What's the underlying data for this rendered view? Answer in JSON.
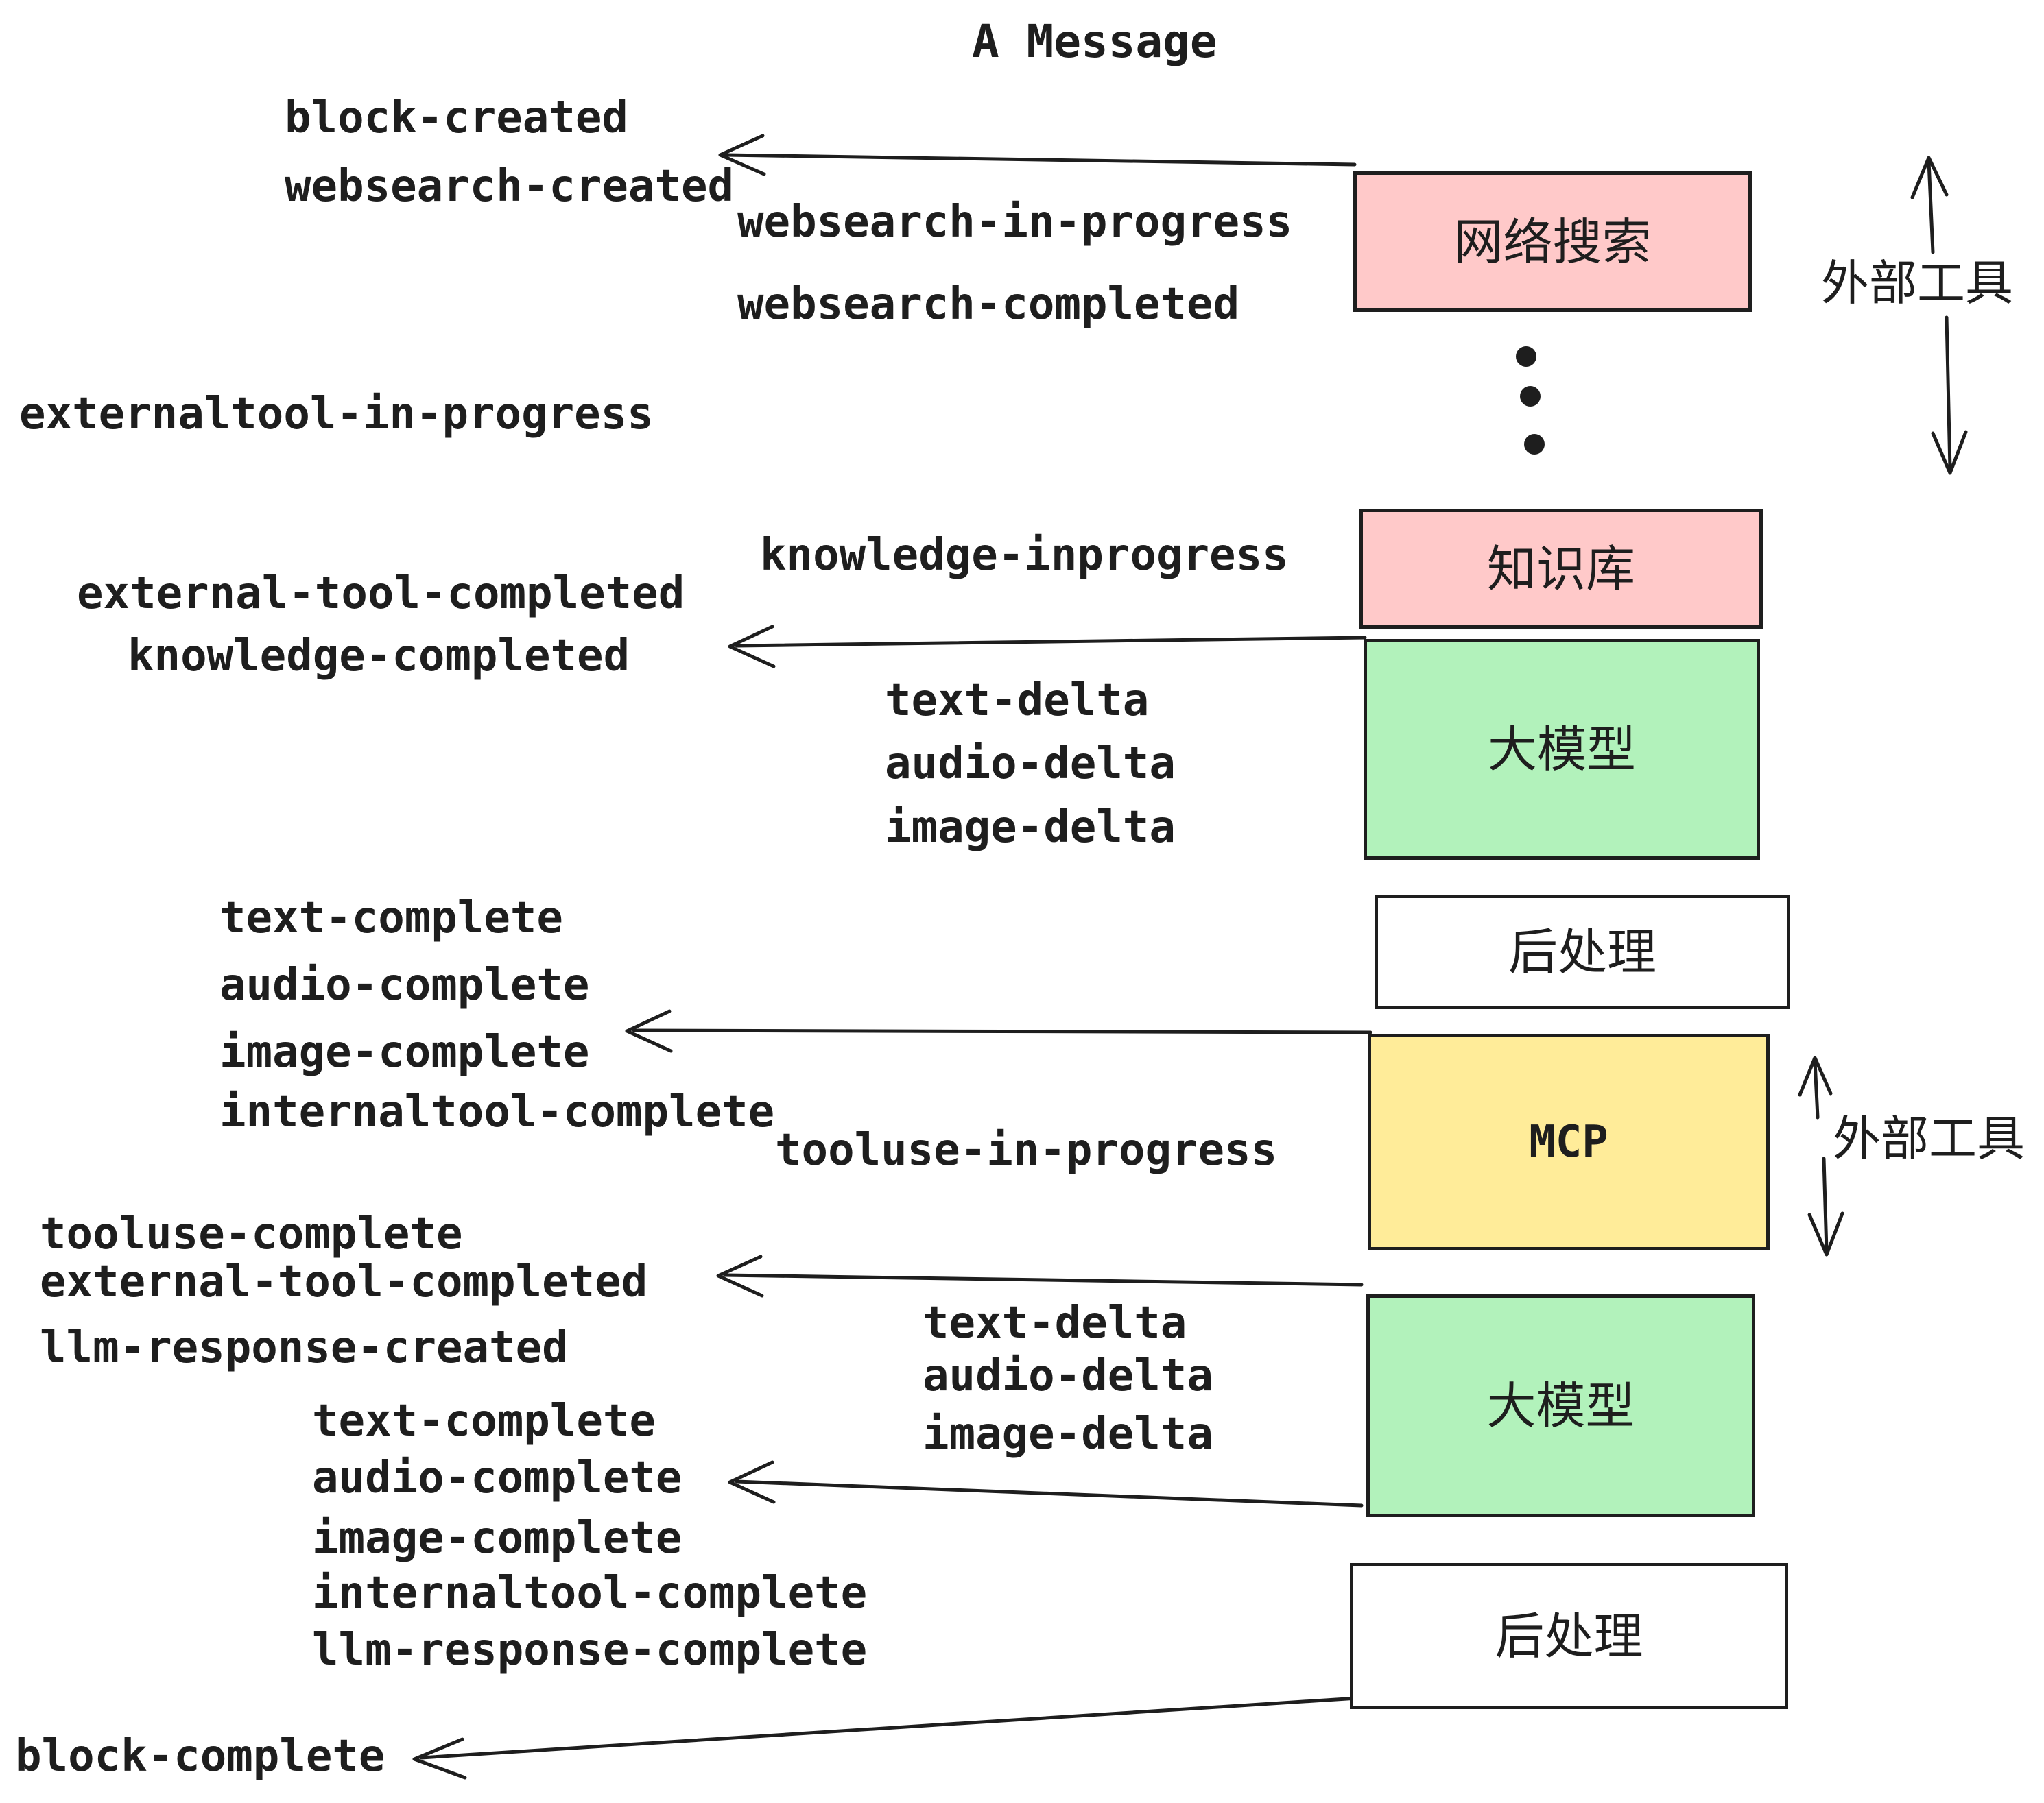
{
  "title": "A Message",
  "colors": {
    "stroke": "#1e1e1e",
    "pink_fill": "#ffc9c9",
    "green_fill": "#b2f2bb",
    "yellow_fill": "#ffec99",
    "white_fill": "#ffffff",
    "background": "#ffffff"
  },
  "boxes": [
    {
      "key": "websearch",
      "label": "网络搜索",
      "fill": "#ffc9c9"
    },
    {
      "key": "knowledge",
      "label": "知识库",
      "fill": "#ffc9c9"
    },
    {
      "key": "llm-1",
      "label": "大模型",
      "fill": "#b2f2bb"
    },
    {
      "key": "postprocess-1",
      "label": "后处理",
      "fill": "#ffffff"
    },
    {
      "key": "mcp",
      "label": "MCP",
      "fill": "#ffec99"
    },
    {
      "key": "llm-2",
      "label": "大模型",
      "fill": "#b2f2bb"
    },
    {
      "key": "postprocess-2",
      "label": "后处理",
      "fill": "#ffffff"
    }
  ],
  "events": {
    "block_created": "block-created",
    "websearch_created": "websearch-created",
    "websearch_in_progress": "websearch-in-progress",
    "websearch_completed": "websearch-completed",
    "externaltool_in_progress": "externaltool-in-progress",
    "knowledge_inprogress": "knowledge-inprogress",
    "external_tool_completed": "external-tool-completed",
    "knowledge_completed": "knowledge-completed",
    "text_delta": "text-delta",
    "audio_delta": "audio-delta",
    "image_delta": "image-delta",
    "text_complete": "text-complete",
    "audio_complete": "audio-complete",
    "image_complete": "image-complete",
    "internaltool_complete": "internaltool-complete",
    "tooluse_in_progress": "tooluse-in-progress",
    "tooluse_complete": "tooluse-complete",
    "llm_response_created": "llm-response-created",
    "llm_response_complete": "llm-response-complete",
    "block_complete": "block-complete"
  },
  "side_labels": {
    "external_tools_top": "外部工具",
    "external_tools_mid": "外部工具"
  }
}
